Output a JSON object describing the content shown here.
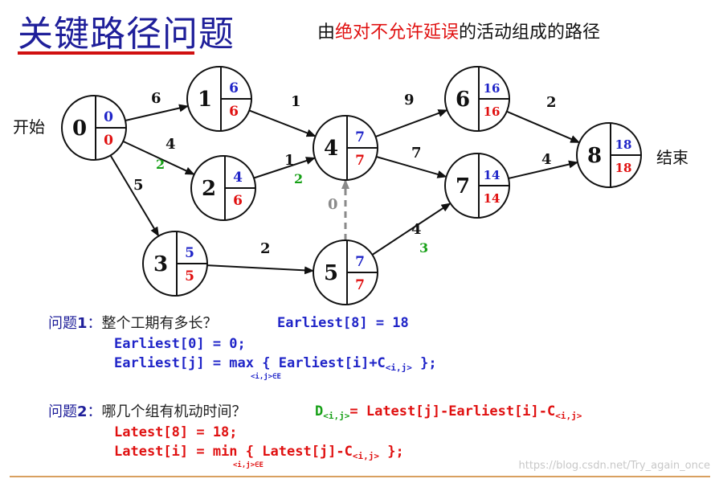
{
  "title": "关键路径问题",
  "subtitle": {
    "prefix": "由",
    "highlight": "绝对不允许延误",
    "suffix": "的活动组成的路径"
  },
  "labels": {
    "start": "开始",
    "end": "结束"
  },
  "colors": {
    "title": "#1f1f9a",
    "earliest": "#1f24c8",
    "latest": "#e01010",
    "slack": "#16a016",
    "dashed_edge": "#8a8a8a"
  },
  "nodes": [
    {
      "id": "0",
      "earliest": "0",
      "latest": "0"
    },
    {
      "id": "1",
      "earliest": "6",
      "latest": "6"
    },
    {
      "id": "2",
      "earliest": "4",
      "latest": "6"
    },
    {
      "id": "3",
      "earliest": "5",
      "latest": "5"
    },
    {
      "id": "4",
      "earliest": "7",
      "latest": "7"
    },
    {
      "id": "5",
      "earliest": "7",
      "latest": "7"
    },
    {
      "id": "6",
      "earliest": "16",
      "latest": "16"
    },
    {
      "id": "7",
      "earliest": "14",
      "latest": "14"
    },
    {
      "id": "8",
      "earliest": "18",
      "latest": "18"
    }
  ],
  "edges": [
    {
      "from": "0",
      "to": "1",
      "weight": "6"
    },
    {
      "from": "0",
      "to": "2",
      "weight": "4",
      "slack": "2"
    },
    {
      "from": "0",
      "to": "3",
      "weight": "5"
    },
    {
      "from": "1",
      "to": "4",
      "weight": "1"
    },
    {
      "from": "2",
      "to": "4",
      "weight": "1",
      "slack": "2"
    },
    {
      "from": "5",
      "to": "4",
      "weight": "0",
      "dashed": true
    },
    {
      "from": "3",
      "to": "5",
      "weight": "2"
    },
    {
      "from": "4",
      "to": "6",
      "weight": "9"
    },
    {
      "from": "4",
      "to": "7",
      "weight": "7"
    },
    {
      "from": "5",
      "to": "7",
      "weight": "4",
      "slack": "3"
    },
    {
      "from": "6",
      "to": "8",
      "weight": "2"
    },
    {
      "from": "7",
      "to": "8",
      "weight": "4"
    }
  ],
  "q1": {
    "label": "问题",
    "num": "1",
    "colon": "：",
    "text": "整个工期有多长？",
    "answer": "Earliest[8] = 18",
    "line1": "Earliest[0] = 0;",
    "line2a": "Earliest[j] = ",
    "line2b": "max",
    "line2c": "{ Earliest[i]+C",
    "line2sub": "<i,j>",
    "line2d": " };",
    "under": "<i,j>∈E"
  },
  "q2": {
    "label": "问题",
    "num": "2",
    "colon": "：",
    "text": "哪几个组有机动时间？",
    "d": "D",
    "dsub": "<i,j>",
    "deq": "= Latest[j]-Earliest[i]-C",
    "dsub2": "<i,j>",
    "line1": "Latest[8] = 18;",
    "line2a": "Latest[i] = ",
    "line2b": "min",
    "line2c": "{ Latest[j]-C",
    "line2sub": "<i,j>",
    "line2d": " };",
    "under": "<i,j>∈E"
  },
  "watermark": "https://blog.csdn.net/Try_again_once"
}
